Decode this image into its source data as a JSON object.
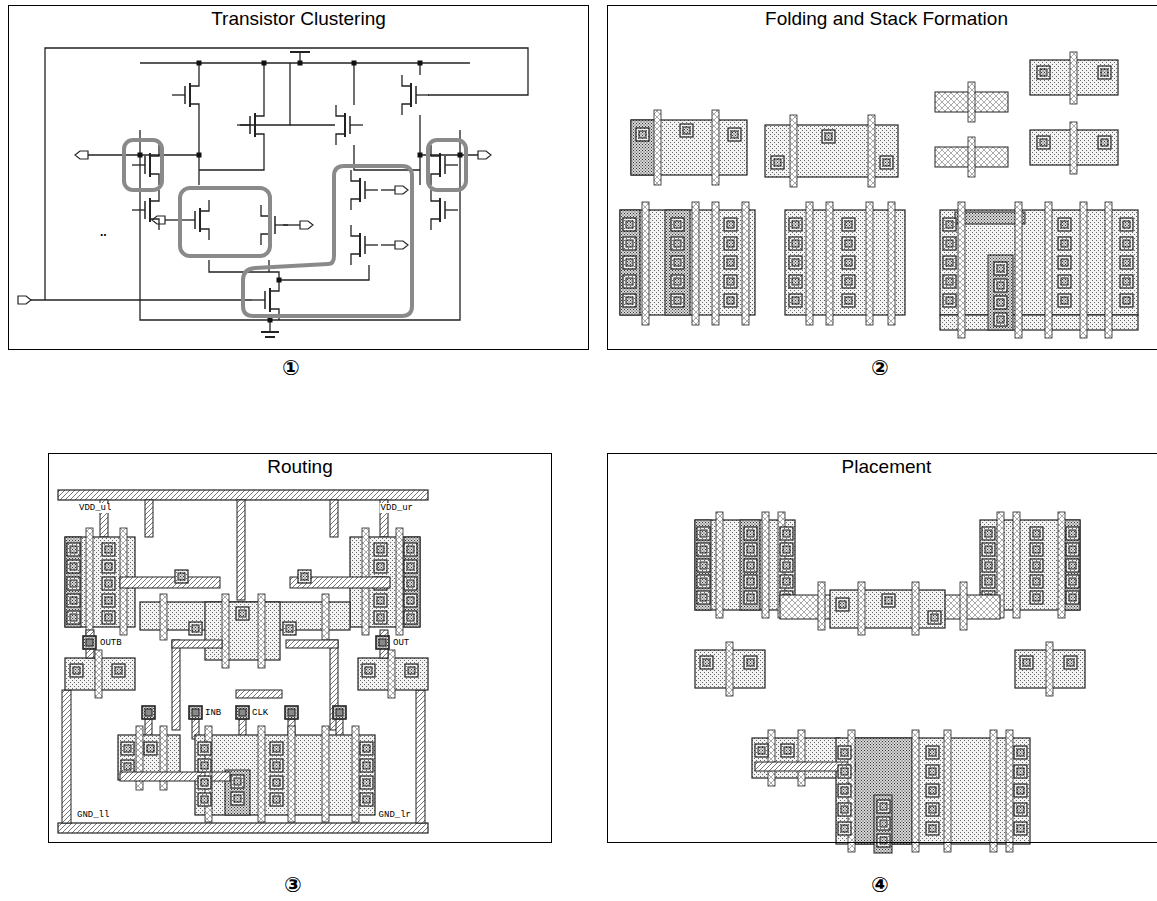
{
  "diagram": {
    "nodes": [
      {
        "text": [
          "Transistor Clustering"
        ]
      },
      {
        "text": [
          "Folding and Stack Formation"
        ]
      },
      {
        "text": [
          "Routing"
        ]
      },
      {
        "text": [
          "Placement"
        ]
      }
    ],
    "labels": [
      "..",
      "①",
      "②",
      "③",
      "④",
      "VDD_ul",
      "VDD_ur",
      "OUTB",
      "OUT",
      "INB",
      "CLK",
      "GND_ll",
      "GND_lr"
    ]
  }
}
